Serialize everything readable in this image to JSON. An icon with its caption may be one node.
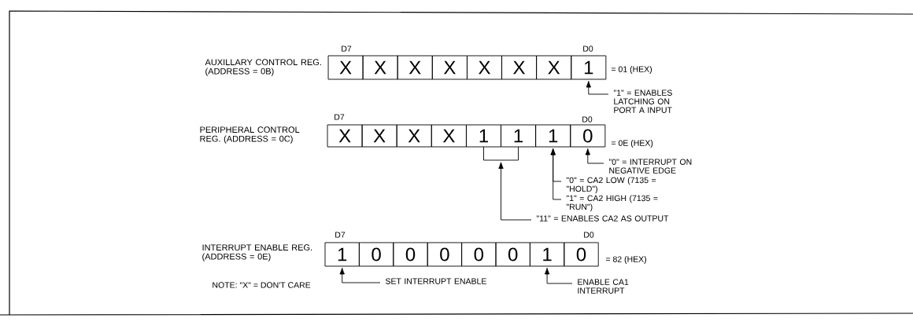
{
  "diagram": {
    "nodes": [
      {
        "text": [
          "X"
        ]
      },
      {
        "text": [
          "X"
        ]
      },
      {
        "text": [
          "X"
        ]
      },
      {
        "text": [
          "X"
        ]
      },
      {
        "text": [
          "X"
        ]
      },
      {
        "text": [
          "X"
        ]
      },
      {
        "text": [
          "X"
        ]
      },
      {
        "text": [
          "1"
        ]
      },
      {
        "text": [
          "\"1\" = ENABLES LATCHING ON PORT A INPUT"
        ]
      },
      {
        "text": [
          "X"
        ]
      },
      {
        "text": [
          "X"
        ]
      },
      {
        "text": [
          "X"
        ]
      },
      {
        "text": [
          "X"
        ]
      },
      {
        "text": [
          "1"
        ]
      },
      {
        "text": [
          "1"
        ]
      },
      {
        "text": [
          "1"
        ]
      },
      {
        "text": [
          "0"
        ]
      },
      {
        "text": [],
        "shape": "bracket"
      },
      {
        "text": [
          "\"0\" = INTERRUPT ON NEGATIVE EDGE"
        ]
      },
      {
        "text": [
          "\"0\" = CA2 LOW (7135 = \"HOLD\")"
        ]
      },
      {
        "text": [
          "\"1\" = CA2 HIGH (7135 = \"RUN\")"
        ]
      },
      {
        "text": [
          "\"11\" = ENABLES CA2 AS OUTPUT"
        ]
      },
      {
        "text": [
          "1"
        ]
      },
      {
        "text": [
          "0"
        ]
      },
      {
        "text": [
          "0"
        ]
      },
      {
        "text": [
          "0"
        ]
      },
      {
        "text": [
          "0"
        ]
      },
      {
        "text": [
          "0"
        ]
      },
      {
        "text": [
          "1"
        ]
      },
      {
        "text": [
          "0"
        ]
      },
      {
        "text": [
          "SET INTERRUPT ENABLE"
        ]
      },
      {
        "text": [
          "ENABLE CA1 INTERRUPT"
        ]
      }
    ],
    "edges": [
      {
        "from": 8,
        "to": 7,
        "arrow": "to"
      },
      {
        "from": 18,
        "to": 16,
        "arrow": "to"
      },
      {
        "from": 19,
        "to": 15,
        "arrow": "to"
      },
      {
        "from": 20,
        "to": 15,
        "arrow": "to"
      },
      {
        "from": 21,
        "to": 17,
        "arrow": "to"
      },
      {
        "from": 30,
        "to": 22,
        "arrow": "to"
      },
      {
        "from": 31,
        "to": 28,
        "arrow": "to"
      }
    ],
    "labels": [
      "D7",
      "D0",
      "AUXILLARY CONTROL REG. (ADDRESS = 0B)",
      "= 01 (HEX)",
      "D7",
      "PERIPHERAL CONTROL REG. (ADDRESS = 0C)",
      "D0",
      "= 0E (HEX)",
      "D7",
      "D0",
      "INTERRUPT ENABLE REG. (ADDRESS = 0E)",
      "= 82 (HEX)",
      "NOTE:  \"X\" = DON'T CARE"
    ]
  }
}
